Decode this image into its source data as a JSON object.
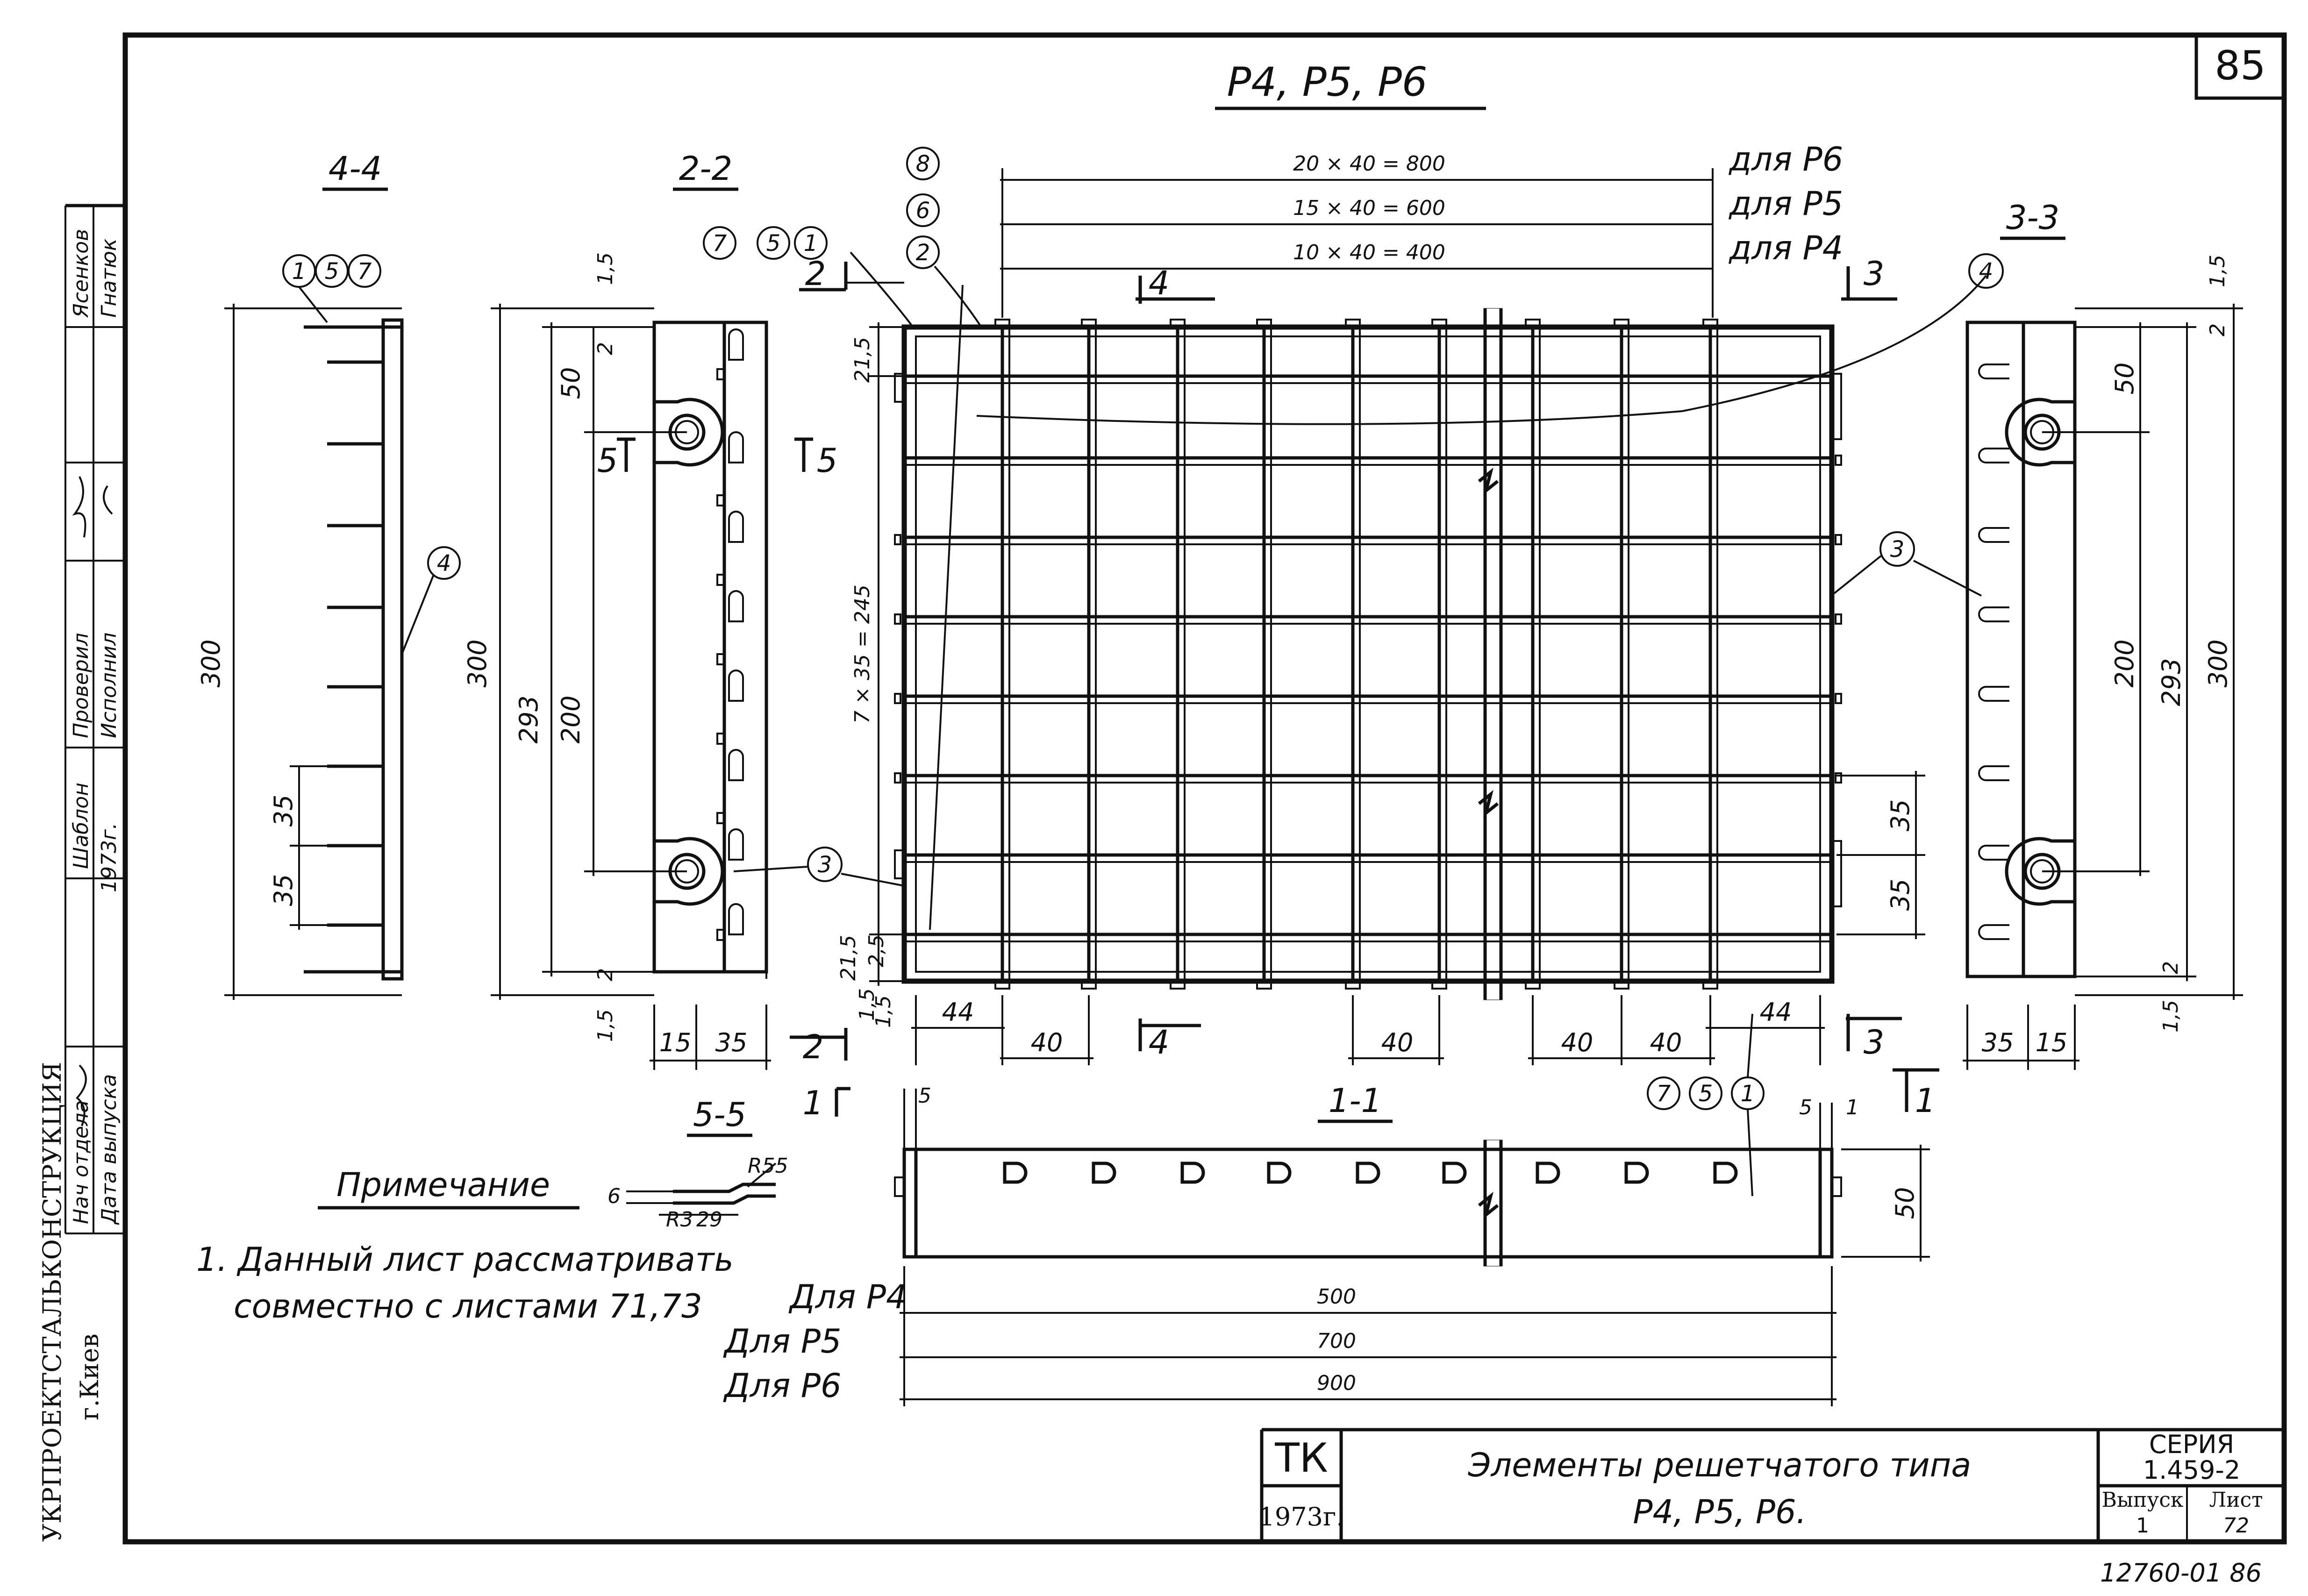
{
  "page_number": "85",
  "drawing_title": "P4, P5, P6",
  "sections": {
    "s44": "4-4",
    "s22": "2-2",
    "s33": "3-3",
    "s55": "5-5",
    "s11": "1-1"
  },
  "section_markers": {
    "m1": "1",
    "m2": "2",
    "m3": "3",
    "m4": "4",
    "m5": "5"
  },
  "bubbles": {
    "b1": "1",
    "b2": "2",
    "b3": "3",
    "b4": "4",
    "b5": "5",
    "b6": "6",
    "b7": "7",
    "b8": "8"
  },
  "variant_dims": {
    "p6": {
      "formula": "20 × 40 = 800",
      "label": "для P6"
    },
    "p5": {
      "formula": "15 × 40 = 600",
      "label": "для P5"
    },
    "p4": {
      "formula": "10 × 40 = 400",
      "label": "для P4"
    }
  },
  "grid_dims": {
    "top_offset": "21,5",
    "height_formula": "7 × 35 = 245",
    "bottom_offset": "21,5",
    "small_a": "2,5",
    "small_b": "1,5",
    "small_c": "1,5",
    "end_left": "44",
    "end_right": "44",
    "pitch_a": "40",
    "pitch_b": "40",
    "pitch_c": "40",
    "pitch_d": "40"
  },
  "left_dims": {
    "h300_a": "300",
    "h300_b": "300",
    "h293": "293",
    "h200": "200",
    "h50": "50",
    "h2_top": "2",
    "h2_bottom": "2",
    "h15_top": "1,5",
    "h15_bottom": "1,5",
    "p35_a": "35",
    "p35_b": "35",
    "w15": "15",
    "w35": "35"
  },
  "right_dims": {
    "h50": "50",
    "h200": "200",
    "h293": "293",
    "h300": "300",
    "h15_top": "1,5",
    "h2_top": "2",
    "h2_bottom": "2",
    "h15_bottom": "1,5",
    "p35_a": "35",
    "p35_b": "35",
    "w35": "35",
    "w15": "15"
  },
  "detail_55": {
    "thk": "6",
    "r": "R55",
    "a": "R3",
    "b": "29"
  },
  "elevation_11": {
    "left": "5",
    "right": "5",
    "right_small": "1",
    "height": "50"
  },
  "length_dims": {
    "p4": {
      "label": "Для P4",
      "value": "500"
    },
    "p5": {
      "label": "Для P5",
      "value": "700"
    },
    "p6": {
      "label": "Для P6",
      "value": "900"
    }
  },
  "note": {
    "heading": "Примечание",
    "line1": "1. Данный лист рассматривать",
    "line2": "совместно  с листами 71,73"
  },
  "side_stamp": {
    "org": "УКРПРОЕКТСТАЛЬКОНСТРУКЦИЯ",
    "city": "г.Киев",
    "labels": [
      "Нач отдела",
      "Шаблон",
      "Проверил",
      "Исполнил"
    ],
    "names": [
      "Ясенков",
      "Гнатюк"
    ],
    "year": "1973г.",
    "date_label": "Дата  выпуска"
  },
  "title_block": {
    "tk": "ТК",
    "year": "1973г.",
    "title_line1": "Элементы  решетчатого  типа",
    "title_line2": "P4, P5, P6.",
    "series_label": "СЕРИЯ",
    "series_value": "1.459-2",
    "issue_label": "Выпуск",
    "issue_value": "1",
    "sheet_label": "Лист",
    "sheet_value": "72"
  },
  "archive_number": "12760-01  86"
}
